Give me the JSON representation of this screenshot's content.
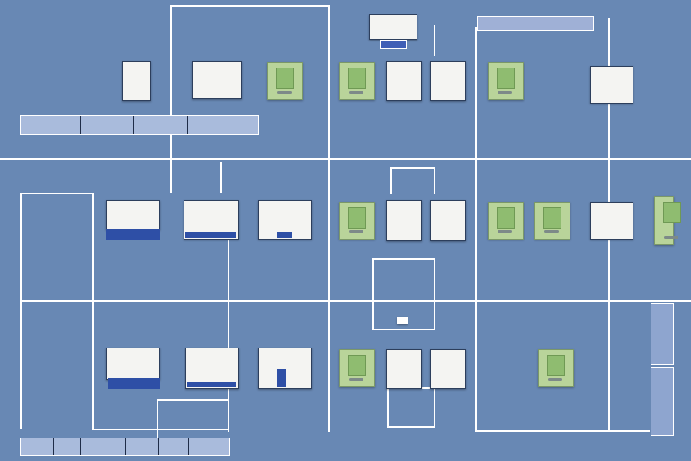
{
  "colors": {
    "background": "#6888b4",
    "lines": "#ffffff",
    "card_fill": "#f4f4f2",
    "chip_fill": "#b9d49a",
    "accent_bar": "#2e4fa6"
  },
  "cards": [
    {
      "name": "card-top-left-tall",
      "icon": "small-document-icon"
    },
    {
      "name": "card-top-panel",
      "icon": "small-document-icon"
    },
    {
      "name": "card-top-center",
      "icon": "small-document-icon"
    },
    {
      "name": "card-top-center-right",
      "icon": "small-document-icon"
    },
    {
      "name": "card-top-right",
      "icon": "small-document-icon"
    }
  ]
}
